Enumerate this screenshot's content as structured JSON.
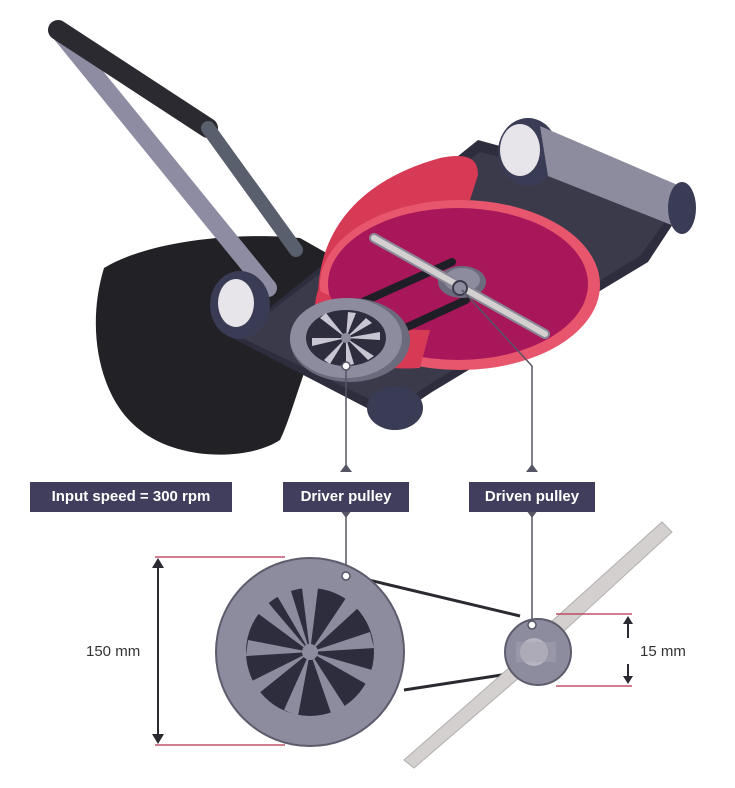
{
  "labels": {
    "input_speed": "Input speed = 300 rpm",
    "driver_pulley": "Driver pulley",
    "driven_pulley": "Driven pulley"
  },
  "dimensions": {
    "driver_diameter": "150 mm",
    "driven_diameter": "15 mm"
  },
  "colors": {
    "label_bg": "#403e5c",
    "deck_red": "#d63a55",
    "deck_magenta": "#a8175a",
    "pulley_grey": "#8d8c9e",
    "dark": "#2e2d3d",
    "dim_line": "#b8324f",
    "blade": "#d3d0cf"
  }
}
